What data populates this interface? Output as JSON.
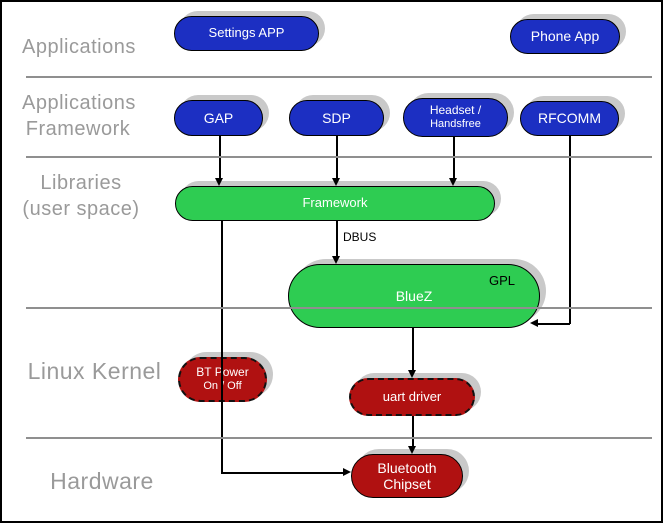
{
  "layer_labels": {
    "applications": "Applications",
    "app_framework_l1": "Applications",
    "app_framework_l2": "Framework",
    "libraries_l1": "Libraries",
    "libraries_l2": "(user space)",
    "linux_kernel": "Linux Kernel",
    "hardware": "Hardware"
  },
  "nodes": {
    "settings_app": "Settings APP",
    "phone_app": "Phone App",
    "gap": "GAP",
    "sdp": "SDP",
    "headset_l1": "Headset /",
    "headset_l2": "Handsfree",
    "rfcomm": "RFCOMM",
    "framework": "Framework",
    "bluez": "BlueZ",
    "gpl_tag": "GPL",
    "bt_power_l1": "BT Power",
    "bt_power_l2": "On / Off",
    "uart_driver": "uart driver",
    "chipset_l1": "Bluetooth",
    "chipset_l2": "Chipset"
  },
  "edge_labels": {
    "dbus": "DBUS"
  },
  "colors": {
    "app_node_blue": "#1c2fc2",
    "userspace_node_green": "#2ecc52",
    "kernel_node_red": "#b01111",
    "layer_label_gray": "#9a9a9a",
    "divider_gray": "#8f8f8f",
    "shadow_gray": "#c9c9c9",
    "border_black": "#000000"
  }
}
